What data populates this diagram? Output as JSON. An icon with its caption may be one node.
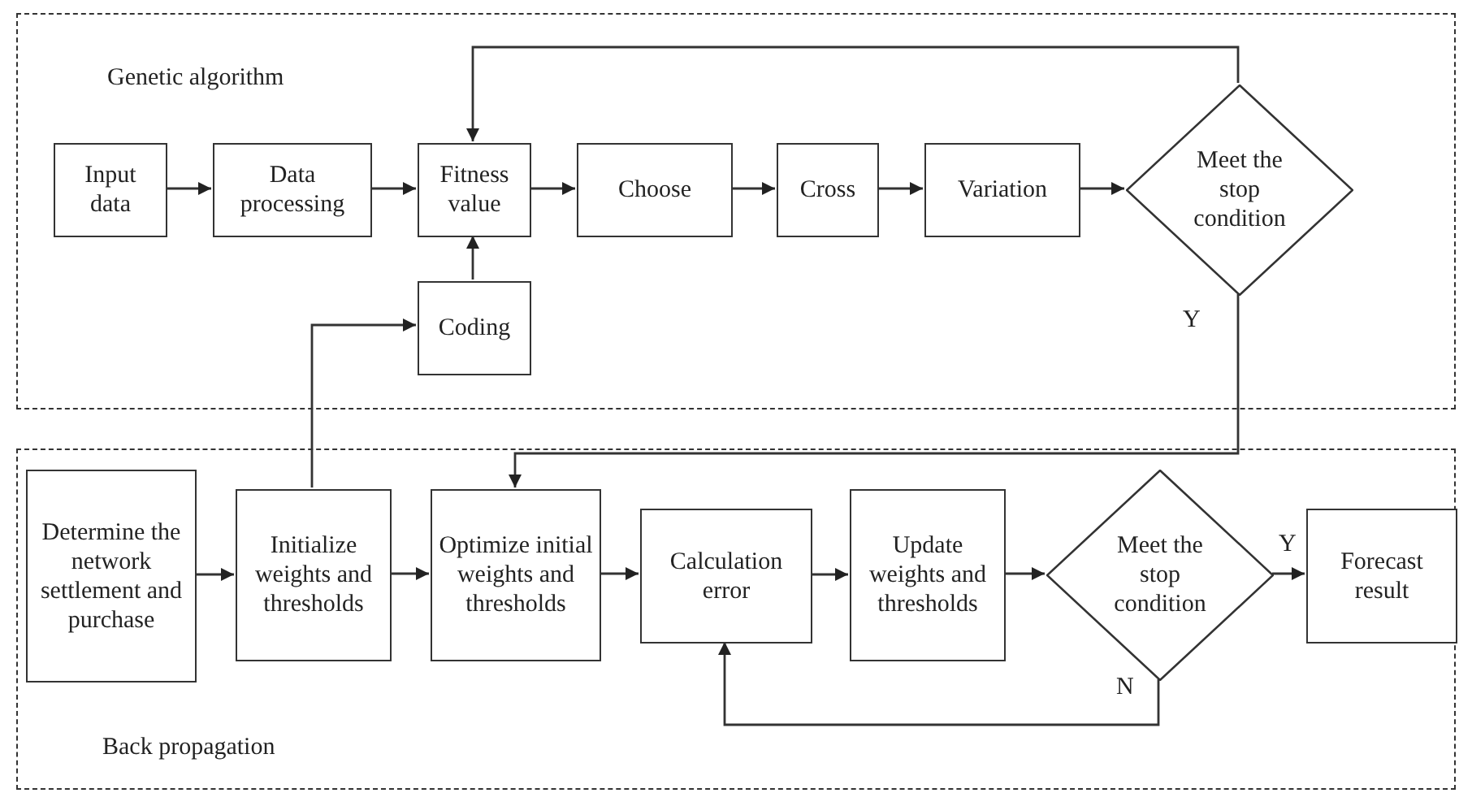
{
  "diagram": {
    "nodes": [
      {
        "text": [
          "Genetic algorithm"
        ]
      },
      {
        "text": [
          "Input data"
        ],
        "in": 0
      },
      {
        "text": [
          "Data processing"
        ],
        "in": 0
      },
      {
        "text": [
          "Fitness value"
        ],
        "in": 0
      },
      {
        "text": [
          "Choose"
        ],
        "in": 0
      },
      {
        "text": [
          "Cross"
        ],
        "in": 0
      },
      {
        "text": [
          "Variation"
        ],
        "in": 0
      },
      {
        "text": [
          "Meet the stop condition"
        ],
        "in": 0
      },
      {
        "text": [
          "Coding"
        ],
        "in": 0
      },
      {
        "text": [
          "Back propagation"
        ]
      },
      {
        "text": [
          "Determine the network settlement and purchase"
        ],
        "in": 9
      },
      {
        "text": [
          "Initialize weights and thresholds"
        ],
        "in": 9
      },
      {
        "text": [
          "Optimize initial weights and thresholds"
        ],
        "in": 9
      },
      {
        "text": [
          "Calculation error"
        ],
        "in": 9
      },
      {
        "text": [
          "Update weights and thresholds"
        ],
        "in": 9
      },
      {
        "text": [
          "Meet the stop condition"
        ],
        "in": 9
      },
      {
        "text": [
          "Forecast result"
        ],
        "in": 9
      }
    ],
    "edges": [
      {
        "from": 1,
        "to": 2,
        "arrow": "to"
      },
      {
        "from": 2,
        "to": 3,
        "arrow": "to"
      },
      {
        "from": 3,
        "to": 4,
        "arrow": "to"
      },
      {
        "from": 4,
        "to": 5,
        "arrow": "to"
      },
      {
        "from": 5,
        "to": 6,
        "arrow": "to"
      },
      {
        "from": 6,
        "to": 7,
        "arrow": "to"
      },
      {
        "from": 7,
        "to": 3,
        "arrow": "to"
      },
      {
        "from": 8,
        "to": 3,
        "arrow": "to"
      },
      {
        "from": 11,
        "to": 8,
        "arrow": "to"
      },
      {
        "from": 7,
        "to": 12,
        "arrow": "to",
        "label": "Y"
      },
      {
        "from": 10,
        "to": 11,
        "arrow": "to"
      },
      {
        "from": 11,
        "to": 12,
        "arrow": "to"
      },
      {
        "from": 12,
        "to": 13,
        "arrow": "to"
      },
      {
        "from": 13,
        "to": 14,
        "arrow": "to"
      },
      {
        "from": 14,
        "to": 15,
        "arrow": "to"
      },
      {
        "from": 15,
        "to": 16,
        "arrow": "to",
        "label": "Y"
      },
      {
        "from": 15,
        "to": 13,
        "arrow": "to",
        "label": "N"
      }
    ]
  }
}
